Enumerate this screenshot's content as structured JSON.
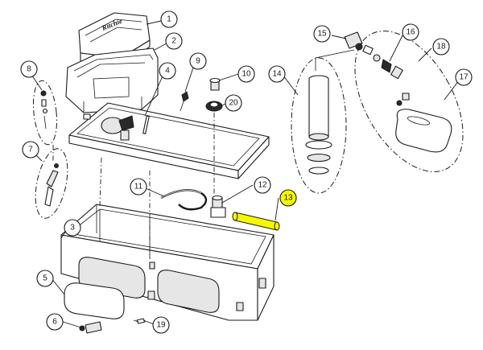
{
  "diagram": {
    "callouts": [
      {
        "id": "1",
        "label": "1"
      },
      {
        "id": "2",
        "label": "2"
      },
      {
        "id": "3",
        "label": "3"
      },
      {
        "id": "4",
        "label": "4"
      },
      {
        "id": "5",
        "label": "5"
      },
      {
        "id": "6",
        "label": "6"
      },
      {
        "id": "7",
        "label": "7"
      },
      {
        "id": "8",
        "label": "8"
      },
      {
        "id": "9",
        "label": "9"
      },
      {
        "id": "10",
        "label": "10"
      },
      {
        "id": "11",
        "label": "11"
      },
      {
        "id": "12",
        "label": "12"
      },
      {
        "id": "13",
        "label": "13"
      },
      {
        "id": "14",
        "label": "14"
      },
      {
        "id": "15",
        "label": "15"
      },
      {
        "id": "16",
        "label": "16"
      },
      {
        "id": "17",
        "label": "17"
      },
      {
        "id": "18",
        "label": "18"
      },
      {
        "id": "19",
        "label": "19"
      },
      {
        "id": "20",
        "label": "20"
      }
    ],
    "highlighted_callout": "13",
    "highlight_color": "#f7f700",
    "line_color": "#1a1a1a",
    "background_color": "#ffffff",
    "lid_logo": "Ritchie"
  }
}
